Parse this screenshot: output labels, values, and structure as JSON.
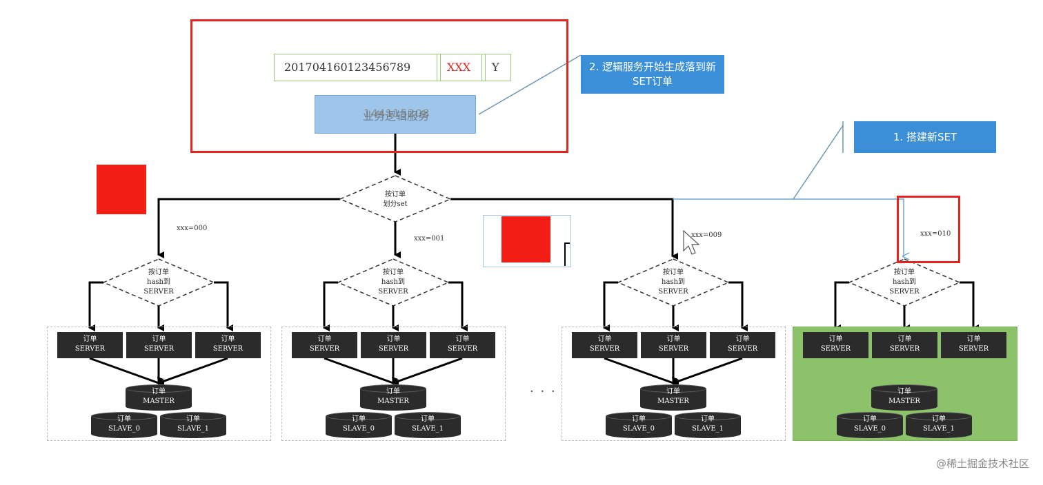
{
  "top": {
    "order_id": "201704160123456789",
    "xxx": "XXX",
    "y": "Y",
    "service_label": "业务逻辑服务",
    "overlay_number": "144115208"
  },
  "callouts": {
    "step2": "2. 逻辑服务开始生成落到新SET订单",
    "step1": "1. 搭建新SET"
  },
  "router": {
    "label": "按订单划分set"
  },
  "set_labels": [
    "xxx=000",
    "xxx=001",
    "xxx=009",
    "xxx=010"
  ],
  "ellipsis": "· · ·",
  "sets": [
    {
      "hash_label": "按订单hash到SERVER",
      "servers": [
        "订单SERVER",
        "订单SERVER",
        "订单SERVER"
      ],
      "master": "订单MASTER",
      "slaves": [
        "订单SLAVE_0",
        "订单SLAVE_1"
      ]
    }
  ],
  "server_line1": "订单",
  "server_line2": "SERVER",
  "master_line2": "MASTER",
  "slave0_line2": "SLAVE_0",
  "slave1_line2": "SLAVE_1",
  "hash_line1": "按订单",
  "hash_line2": "hash到",
  "hash_line3": "SERVER",
  "router_line1": "按订单",
  "router_line2": "划分set",
  "watermark": "@稀土掘金技术社区",
  "colors": {
    "highlight_red": "#e8231e",
    "callout_blue": "#3a8fd8",
    "new_set_green": "#8cc36a",
    "server_dark": "#2b2b2b"
  }
}
